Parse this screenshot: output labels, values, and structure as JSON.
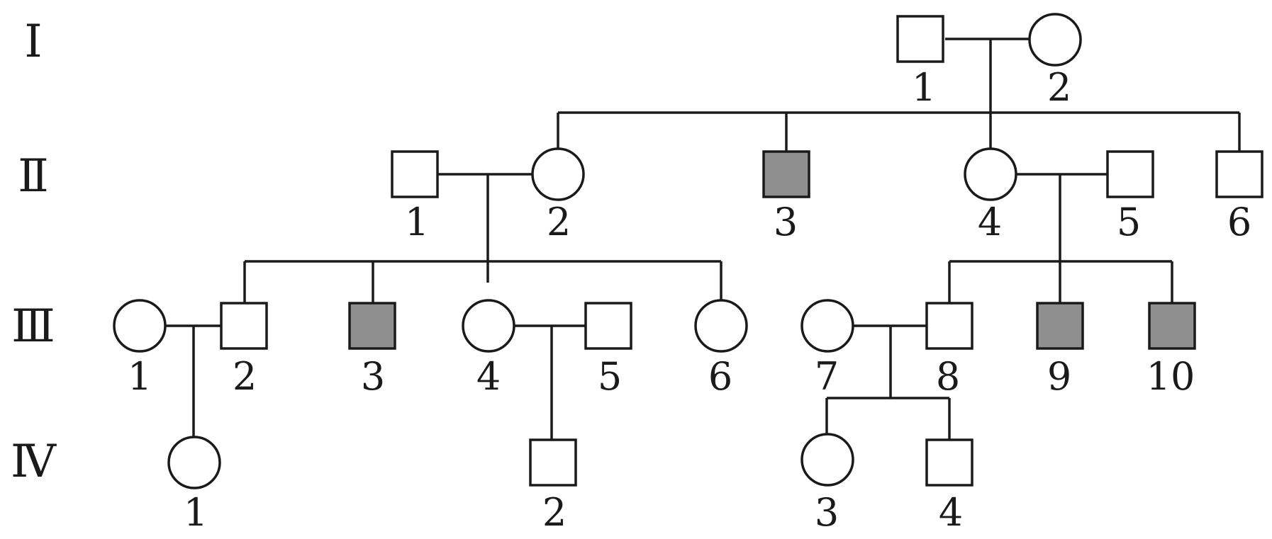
{
  "colors": {
    "affected": "#8f8f8f",
    "unaffected": "#ffffff",
    "stroke": "#1a1a1a"
  },
  "generations": [
    "Ⅰ",
    "Ⅱ",
    "Ⅲ",
    "Ⅳ"
  ],
  "individuals": {
    "I1": {
      "label": "1",
      "sex": "male",
      "affected": false
    },
    "I2": {
      "label": "2",
      "sex": "female",
      "affected": false
    },
    "II1": {
      "label": "1",
      "sex": "male",
      "affected": false
    },
    "II2": {
      "label": "2",
      "sex": "female",
      "affected": false
    },
    "II3": {
      "label": "3",
      "sex": "male",
      "affected": true
    },
    "II4": {
      "label": "4",
      "sex": "female",
      "affected": false
    },
    "II5": {
      "label": "5",
      "sex": "male",
      "affected": false
    },
    "II6": {
      "label": "6",
      "sex": "male",
      "affected": false
    },
    "III1": {
      "label": "1",
      "sex": "female",
      "affected": false
    },
    "III2": {
      "label": "2",
      "sex": "male",
      "affected": false
    },
    "III3": {
      "label": "3",
      "sex": "male",
      "affected": true
    },
    "III4": {
      "label": "4",
      "sex": "female",
      "affected": false
    },
    "III5": {
      "label": "5",
      "sex": "male",
      "affected": false
    },
    "III6": {
      "label": "6",
      "sex": "female",
      "affected": false
    },
    "III7": {
      "label": "7",
      "sex": "female",
      "affected": false
    },
    "III8": {
      "label": "8",
      "sex": "male",
      "affected": false
    },
    "III9": {
      "label": "9",
      "sex": "male",
      "affected": true
    },
    "III10": {
      "label": "10",
      "sex": "male",
      "affected": true
    },
    "IV1": {
      "label": "1",
      "sex": "female",
      "affected": false
    },
    "IV2": {
      "label": "2",
      "sex": "male",
      "affected": false
    },
    "IV3": {
      "label": "3",
      "sex": "female",
      "affected": false
    },
    "IV4": {
      "label": "4",
      "sex": "male",
      "affected": false
    }
  }
}
